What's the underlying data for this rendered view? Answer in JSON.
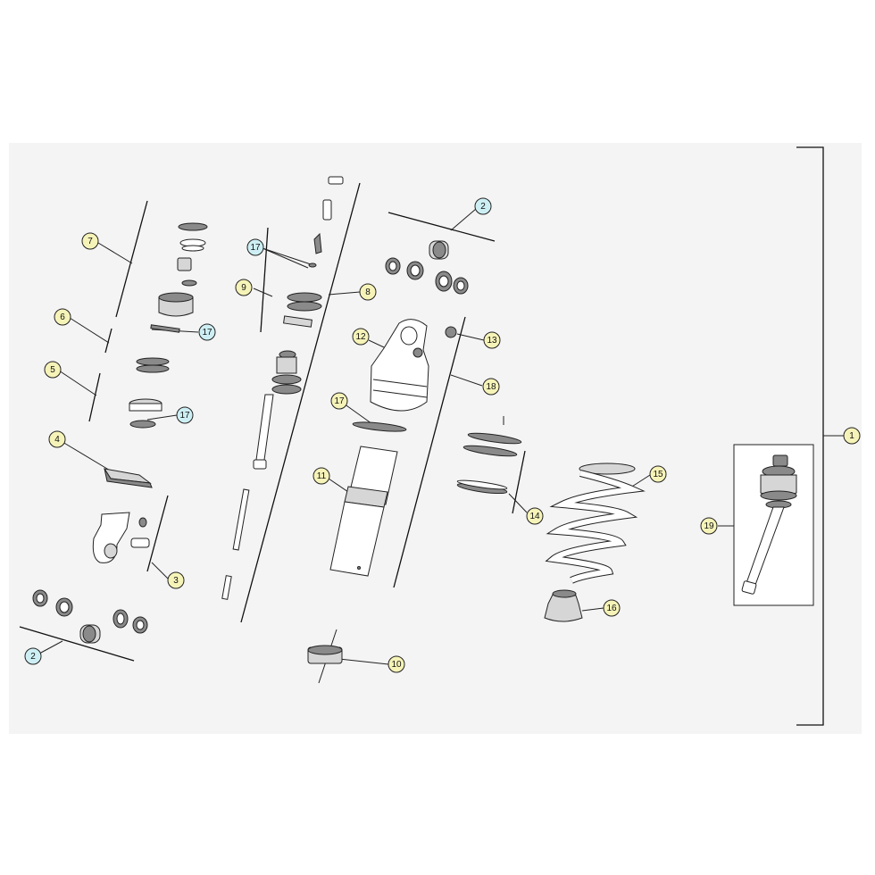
{
  "callouts": [
    {
      "id": "c7",
      "label": "7",
      "color": "yellow"
    },
    {
      "id": "c6",
      "label": "6",
      "color": "yellow"
    },
    {
      "id": "c5",
      "label": "5",
      "color": "yellow"
    },
    {
      "id": "c4",
      "label": "4",
      "color": "yellow"
    },
    {
      "id": "c3",
      "label": "3",
      "color": "yellow"
    },
    {
      "id": "c2a",
      "label": "2",
      "color": "cyan"
    },
    {
      "id": "c2b",
      "label": "2",
      "color": "cyan"
    },
    {
      "id": "c17a",
      "label": "17",
      "color": "cyan"
    },
    {
      "id": "c17b",
      "label": "17",
      "color": "cyan"
    },
    {
      "id": "c17c",
      "label": "17",
      "color": "cyan"
    },
    {
      "id": "c17d",
      "label": "17",
      "color": "yellow"
    },
    {
      "id": "c9",
      "label": "9",
      "color": "yellow"
    },
    {
      "id": "c8",
      "label": "8",
      "color": "yellow"
    },
    {
      "id": "c12",
      "label": "12",
      "color": "yellow"
    },
    {
      "id": "c13",
      "label": "13",
      "color": "yellow"
    },
    {
      "id": "c18",
      "label": "18",
      "color": "yellow"
    },
    {
      "id": "c11",
      "label": "11",
      "color": "yellow"
    },
    {
      "id": "c14",
      "label": "14",
      "color": "yellow"
    },
    {
      "id": "c15",
      "label": "15",
      "color": "yellow"
    },
    {
      "id": "c16",
      "label": "16",
      "color": "yellow"
    },
    {
      "id": "c10",
      "label": "10",
      "color": "yellow"
    },
    {
      "id": "c19",
      "label": "19",
      "color": "yellow"
    },
    {
      "id": "c1",
      "label": "1",
      "color": "yellow"
    }
  ],
  "colors": {
    "yellow": "#f6f3b8",
    "cyan": "#cdeff4",
    "outline": "#222222",
    "panel": "#f4f4f4"
  }
}
